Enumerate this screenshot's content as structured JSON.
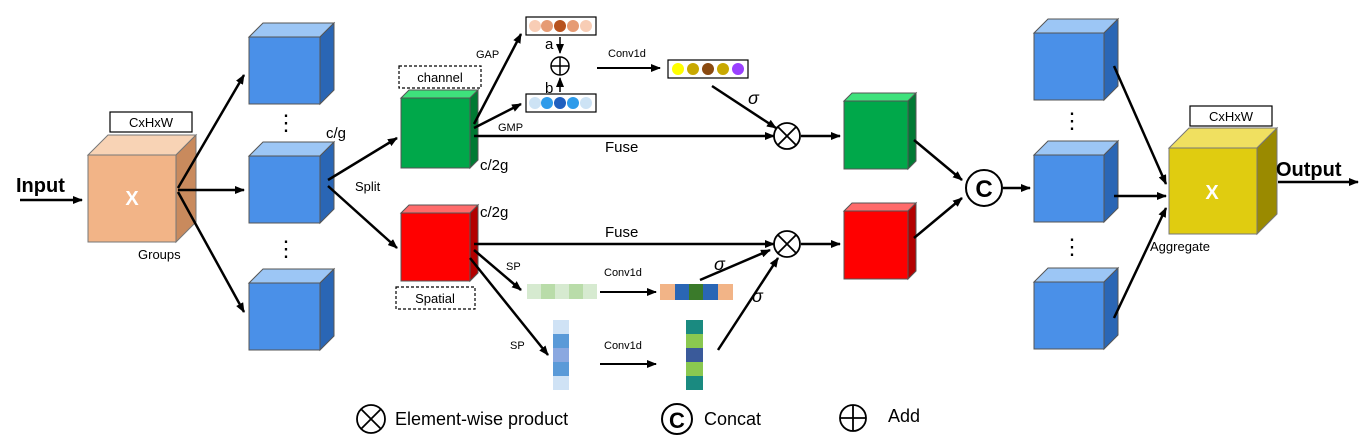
{
  "labels": {
    "input": "Input",
    "output": "Output",
    "groups": "Groups",
    "split": "Split",
    "c_over_g": "c/g",
    "c_over_2g_top": "c/2g",
    "c_over_2g_bottom": "c/2g",
    "channel": "channel",
    "spatial": "Spatial",
    "gap": "GAP",
    "gmp": "GMP",
    "a": "a",
    "b": "b",
    "conv1d_top": "Conv1d",
    "conv1d_mid": "Conv1d",
    "conv1d_bottom": "Conv1d",
    "sp1": "SP",
    "sp2": "SP",
    "fuse_top": "Fuse",
    "fuse_bottom": "Fuse",
    "sigma1": "σ",
    "sigma2": "σ",
    "sigma3": "σ",
    "aggregate": "Aggregate",
    "shape_in": "CxHxW",
    "shape_out": "CxHxW",
    "x_in": "X",
    "x_out": "X",
    "concat_symbol": "C"
  },
  "legend": {
    "product": "Element-wise product",
    "concat": "Concat",
    "add": "Add"
  },
  "colors": {
    "blue_cube": "#4a90e8",
    "green_cube": "#00a84a",
    "red_cube": "#ff0000",
    "input_cube": "#f2b487",
    "output_cube": "#e0cc10"
  }
}
